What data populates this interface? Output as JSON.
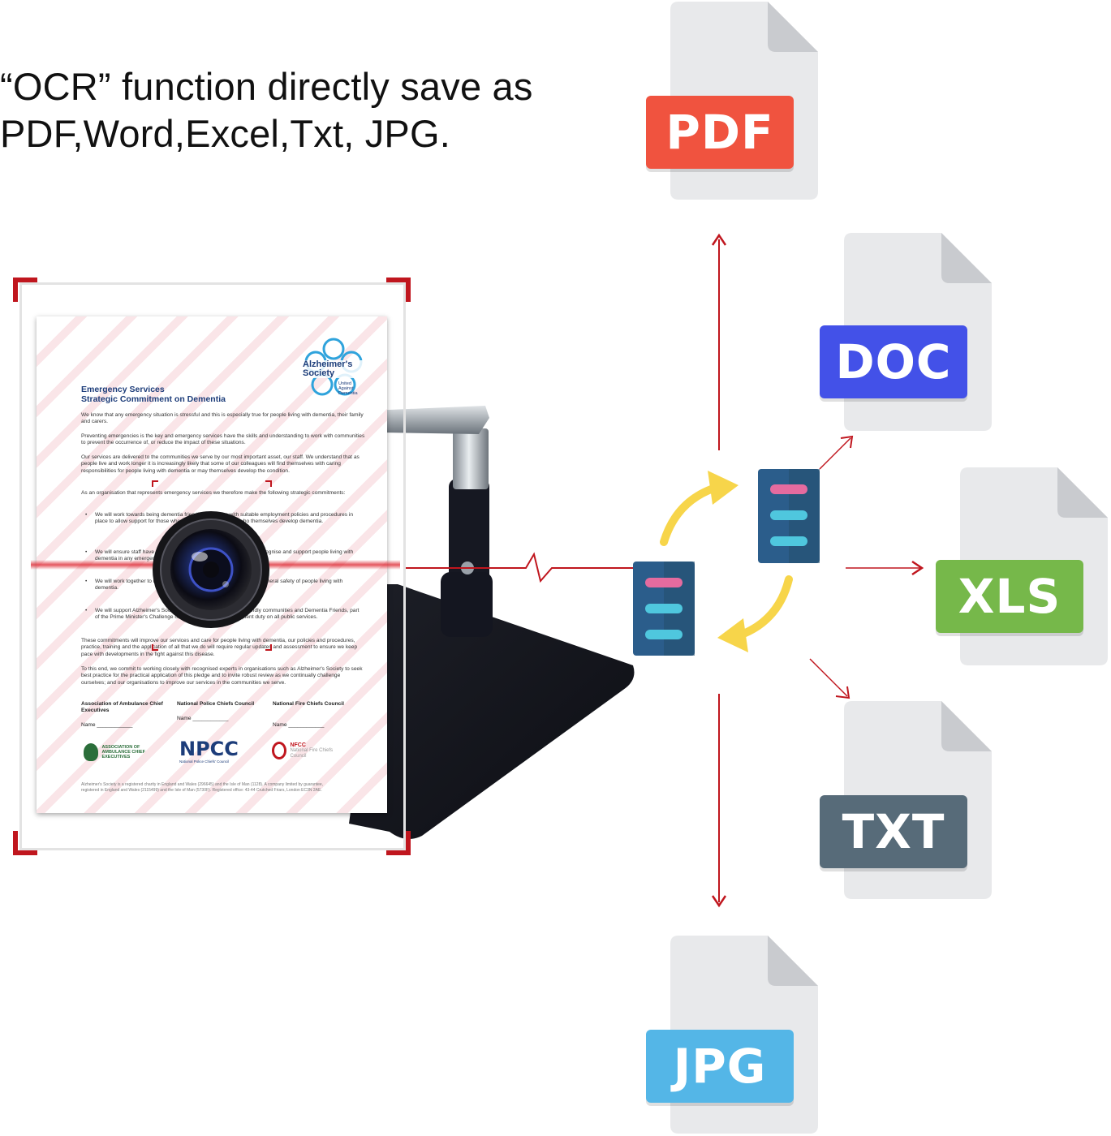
{
  "headline": {
    "line1": "“OCR” function directly save as",
    "line2": "PDF,Word,Excel,Txt, JPG."
  },
  "formats": {
    "pdf": {
      "label": "PDF",
      "color": "#f0533f"
    },
    "doc": {
      "label": "DOC",
      "color": "#4351e8"
    },
    "xls": {
      "label": "XLS",
      "color": "#76b84a"
    },
    "txt": {
      "label": "TXT",
      "color": "#576b79"
    },
    "jpg": {
      "label": "JPG",
      "color": "#54b6e7"
    }
  },
  "colors": {
    "accent_red": "#c0161e",
    "arrow_yellow": "#f7d54a",
    "doc_icon_blue": "#2b5d8b"
  },
  "document": {
    "logo_name": "Alzheimer's Society",
    "logo_tagline": "United Against Dementia",
    "title_line1": "Emergency Services",
    "title_line2": "Strategic Commitment on Dementia",
    "para1": "We know that any emergency situation is stressful and this is especially true for people living with dementia, their family and carers.",
    "para2": "Preventing emergencies is the key and emergency services have the skills and understanding to work with communities to prevent the occurrence of, or reduce the impact of these situations.",
    "para3": "Our services are delivered to the communities we serve by our most important asset, our staff. We understand that as people live and work longer it is increasingly likely that some of our colleagues will find themselves with caring responsibilities for people living with dementia or may themselves develop the condition.",
    "para4": "As an organisation that represents emergency services we therefore make the following strategic commitments:",
    "bullet1": "We will work towards being dementia friendly employers with suitable employment policies and procedures in place to allow support for those who become carers or those who themselves develop dementia.",
    "bullet2": "We will ensure staff have the appropriate skills and understanding to recognise and support people living with dementia in any emergency incident.",
    "bullet3": "We will work together to reduce risk and vulnerability and improve the general safety of people living with dementia.",
    "bullet4": "We will support Alzheimer's Society to develop more dementia-friendly communities and Dementia Friends, part of the Prime Minister's Challenge on Dementia and the subsequent duty on all public services.",
    "para5": "These commitments will improve our services and care for people living with dementia, our policies and procedures, practice, training and the application of all that we do will require regular updates and assessment to ensure we keep pace with developments in the fight against this disease.",
    "para6": "To this end, we commit to working closely with recognised experts in organisations such as Alzheimer's Society to seek best practice for the practical application of this pledge and to invite robust review as we continually challenge ourselves; and our organisations to improve our services in the communities we serve.",
    "sig1": "Association of Ambulance Chief Executives",
    "sig2": "National Police Chiefs Council",
    "sig3": "National Fire Chiefs Council",
    "name_label": "Name",
    "logo1": "ASSOCIATION OF AMBULANCE CHIEF EXECUTIVES",
    "logo2": "NPCC",
    "logo2_sub": "National Police Chiefs' Council",
    "logo3": "NFCC",
    "logo3_sub": "National Fire Chiefs Council",
    "footer": "Alzheimer's Society is a registered charity in England and Wales (296645) and the Isle of Man (1128). A company limited by guarantee, registered in England and Wales (2115499) and the Isle of Man (5730F). Registered office: 43-44 Crutched Friars, London EC3N 2AE."
  }
}
